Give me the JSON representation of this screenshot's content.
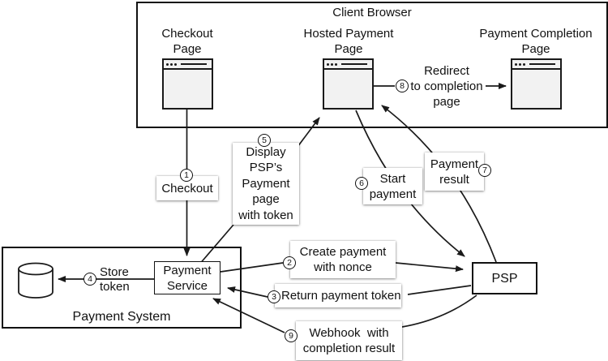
{
  "containers": {
    "client_browser": {
      "label": "Client Browser"
    },
    "payment_system": {
      "label": "Payment System"
    }
  },
  "nodes": {
    "checkout_page": {
      "lines": [
        "Checkout",
        "Page"
      ]
    },
    "hosted_payment_page": {
      "lines": [
        "Hosted Payment",
        "Page"
      ]
    },
    "payment_completion_page": {
      "lines": [
        "Payment Completion",
        "Page"
      ]
    },
    "payment_service": {
      "lines": [
        "Payment",
        "Service"
      ]
    },
    "psp": {
      "label": "PSP"
    }
  },
  "steps": {
    "s1": {
      "num": "1",
      "lines": [
        "Checkout"
      ]
    },
    "s2": {
      "num": "2",
      "lines": [
        "Create payment",
        "with nonce"
      ]
    },
    "s3": {
      "num": "3",
      "lines": [
        "Return payment token"
      ]
    },
    "s4": {
      "num": "4",
      "lines": [
        "Store",
        "token"
      ]
    },
    "s5": {
      "num": "5",
      "lines": [
        "Display",
        "PSP’s",
        "Payment",
        "page",
        "with token"
      ]
    },
    "s6": {
      "num": "6",
      "lines": [
        "Start",
        "payment"
      ]
    },
    "s7": {
      "num": "7",
      "lines": [
        "Payment",
        "result"
      ]
    },
    "s8": {
      "num": "8",
      "lines": [
        "Redirect",
        "to completion",
        "page"
      ]
    },
    "s9": {
      "num": "9",
      "lines": [
        "Webhook  with",
        "completion result"
      ]
    }
  },
  "colors": {
    "line": "#1a1a1a",
    "icon_fill": "#f2f2f2",
    "box_background": "#ffffff",
    "text": "#111111"
  }
}
